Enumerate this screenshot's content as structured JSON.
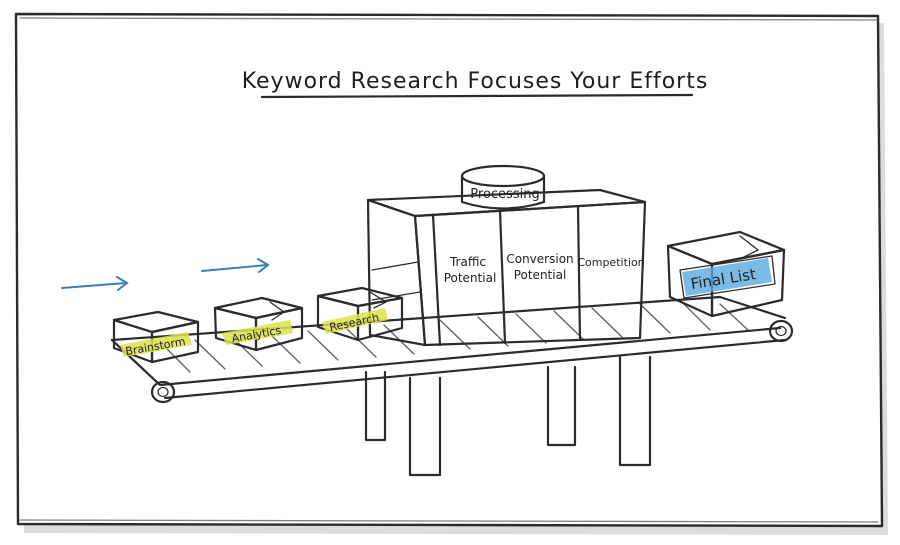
{
  "title": "Keyword Research Focuses Your Efforts",
  "machine": {
    "top_label": "Processing",
    "columns": [
      {
        "lines": [
          "Traffic",
          "Potential"
        ]
      },
      {
        "lines": [
          "Conversion",
          "Potential"
        ]
      },
      {
        "lines": [
          "Competition"
        ]
      }
    ]
  },
  "input_boxes": [
    {
      "label": "Brainstorm"
    },
    {
      "label": "Analytics"
    },
    {
      "label": "Research"
    }
  ],
  "output_box": {
    "label": "Final List"
  },
  "colors": {
    "ink": "#2b2b2b",
    "input_highlight": "#d9e34a",
    "output_highlight": "#5aa9dd",
    "arrow": "#3b7fb5"
  }
}
